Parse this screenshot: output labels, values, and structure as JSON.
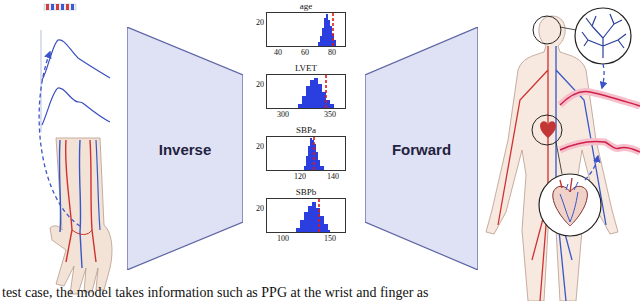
{
  "diagram": {
    "caption": "test case, the model takes information such as PPG at the wrist and finger as",
    "nodes": [
      {
        "text": [
          "Inverse"
        ]
      },
      {
        "text": [
          "age"
        ]
      },
      {
        "text": [
          "LVET"
        ]
      },
      {
        "text": [
          "SBPa"
        ]
      },
      {
        "text": [
          "SBPb"
        ]
      },
      {
        "text": [
          "Forward"
        ]
      }
    ],
    "labels": [
      "20",
      "40",
      "60",
      "80",
      "20",
      "300",
      "350",
      "20",
      "120",
      "140",
      "20",
      "100",
      "150"
    ]
  }
}
